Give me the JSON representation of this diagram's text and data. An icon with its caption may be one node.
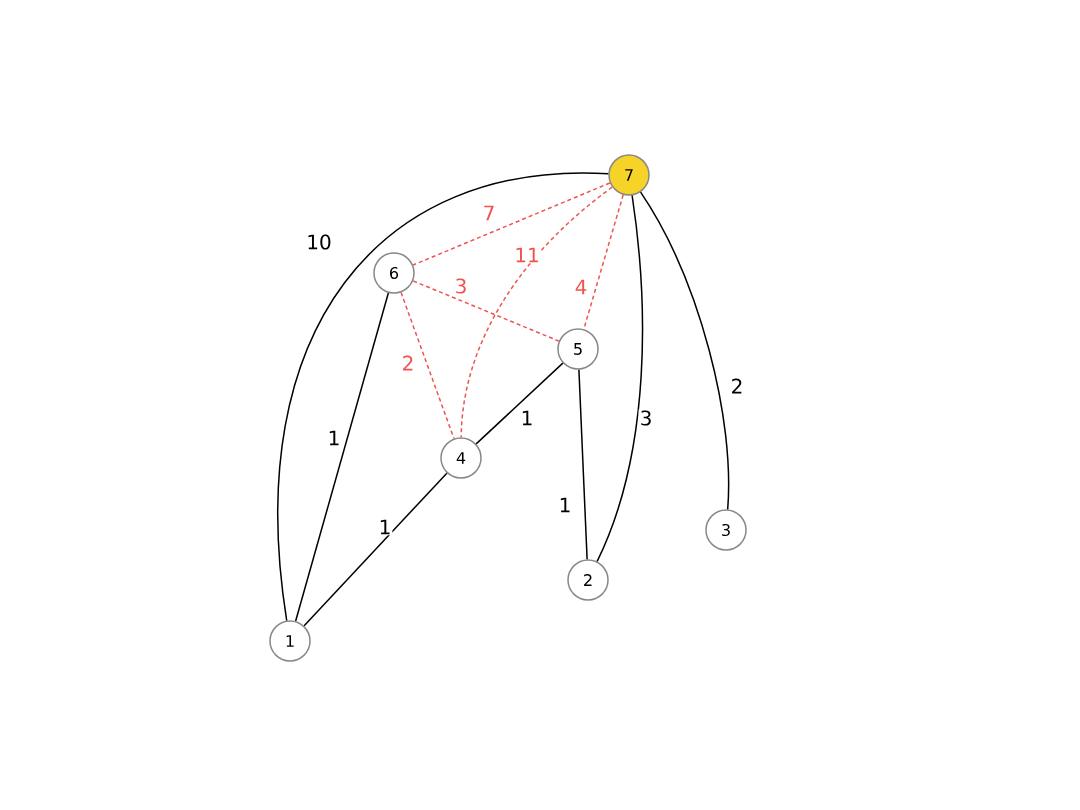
{
  "diagram": {
    "nodes": [
      {
        "text": [
          "7"
        ]
      },
      {
        "text": [
          "6"
        ]
      },
      {
        "text": [
          "5"
        ]
      },
      {
        "text": [
          "4"
        ]
      },
      {
        "text": [
          "3"
        ]
      },
      {
        "text": [
          "2"
        ]
      },
      {
        "text": [
          "1"
        ]
      }
    ],
    "edges": [
      {
        "from": 0,
        "to": 6,
        "arrow": "none",
        "label": "10"
      },
      {
        "from": 0,
        "to": 1,
        "arrow": "none",
        "label": "7",
        "style": "dashed",
        "color": "#ef5350"
      },
      {
        "from": 0,
        "to": 3,
        "arrow": "none",
        "label": "11",
        "style": "dashed",
        "color": "#ef5350"
      },
      {
        "from": 0,
        "to": 2,
        "arrow": "none",
        "label": "4",
        "style": "dashed",
        "color": "#ef5350"
      },
      {
        "from": 0,
        "to": 5,
        "arrow": "none",
        "label": "3"
      },
      {
        "from": 0,
        "to": 4,
        "arrow": "none",
        "label": "2"
      },
      {
        "from": 1,
        "to": 2,
        "arrow": "none",
        "label": "3",
        "style": "dashed",
        "color": "#ef5350"
      },
      {
        "from": 1,
        "to": 3,
        "arrow": "none",
        "label": "2",
        "style": "dashed",
        "color": "#ef5350"
      },
      {
        "from": 1,
        "to": 6,
        "arrow": "none",
        "label": "1"
      },
      {
        "from": 2,
        "to": 3,
        "arrow": "none",
        "label": "1"
      },
      {
        "from": 2,
        "to": 5,
        "arrow": "none",
        "label": "1"
      },
      {
        "from": 3,
        "to": 6,
        "arrow": "none",
        "label": "1"
      }
    ]
  }
}
